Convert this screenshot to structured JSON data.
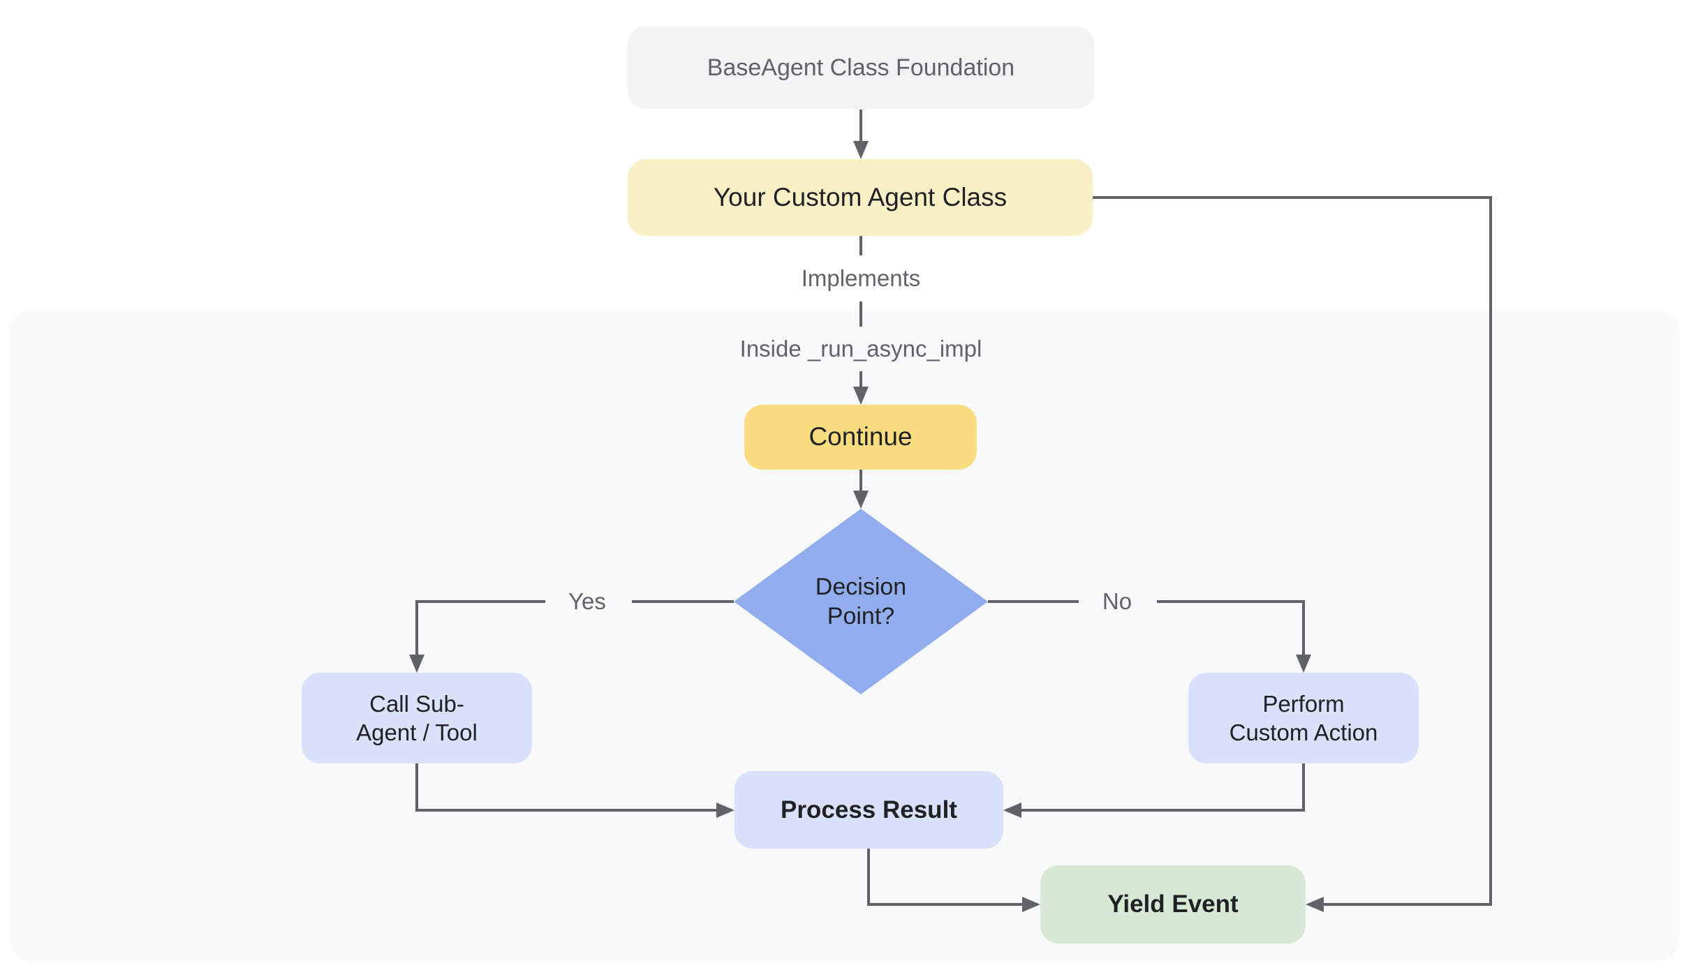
{
  "theme": {
    "page_bg": "#ffffff",
    "container_bg": "#f7f9fb",
    "node_gray_bg": "#f1f3f4",
    "node_cream_bg": "#faf0c6",
    "node_yellow_bg": "#f9dc80",
    "node_blue_bg": "#d9e2fa",
    "diamond_bg": "#92adee",
    "node_green_bg": "#d7e8d5",
    "line_color": "#5f6368",
    "label_color": "#5f6368",
    "dark_text": "#202124"
  },
  "diagram": {
    "nodes": {
      "base_agent": {
        "label": "BaseAgent Class Foundation"
      },
      "custom_agent": {
        "label": "Your Custom Agent Class"
      },
      "continue_step": {
        "label": "Continue"
      },
      "decision": {
        "label": "Decision\nPoint?"
      },
      "call_sub_agent": {
        "label": "Call Sub-\nAgent / Tool"
      },
      "perform_custom_action": {
        "label": "Perform\nCustom Action"
      },
      "process_result": {
        "label": "Process Result"
      },
      "yield_event": {
        "label": "Yield Event"
      }
    },
    "edge_labels": {
      "implements": "Implements",
      "inside_impl": "Inside _run_async_impl",
      "yes": "Yes",
      "no": "No"
    }
  }
}
